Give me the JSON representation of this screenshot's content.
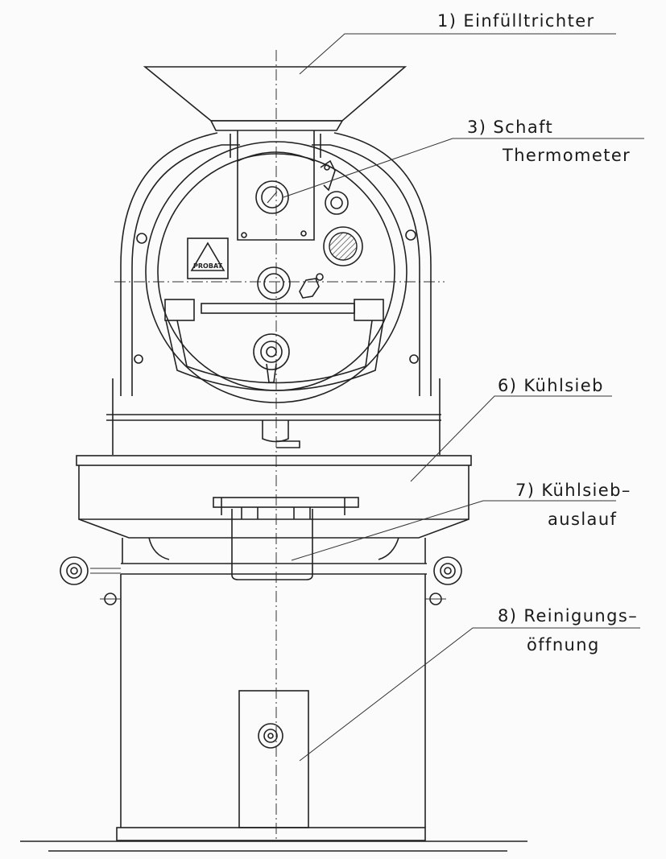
{
  "labels": {
    "fill_funnel": "1) Einfülltrichter",
    "shaft_line1": "3) Schaft",
    "shaft_line2": "Thermometer",
    "cooling_sieve": "6) Kühlsieb",
    "sieve_outlet_line1": "7) Kühlsieb–",
    "sieve_outlet_line2": "auslauf",
    "cleaning_line1": "8) Reinigungs–",
    "cleaning_line2": "öffnung"
  },
  "logo_text": "PROBAT"
}
